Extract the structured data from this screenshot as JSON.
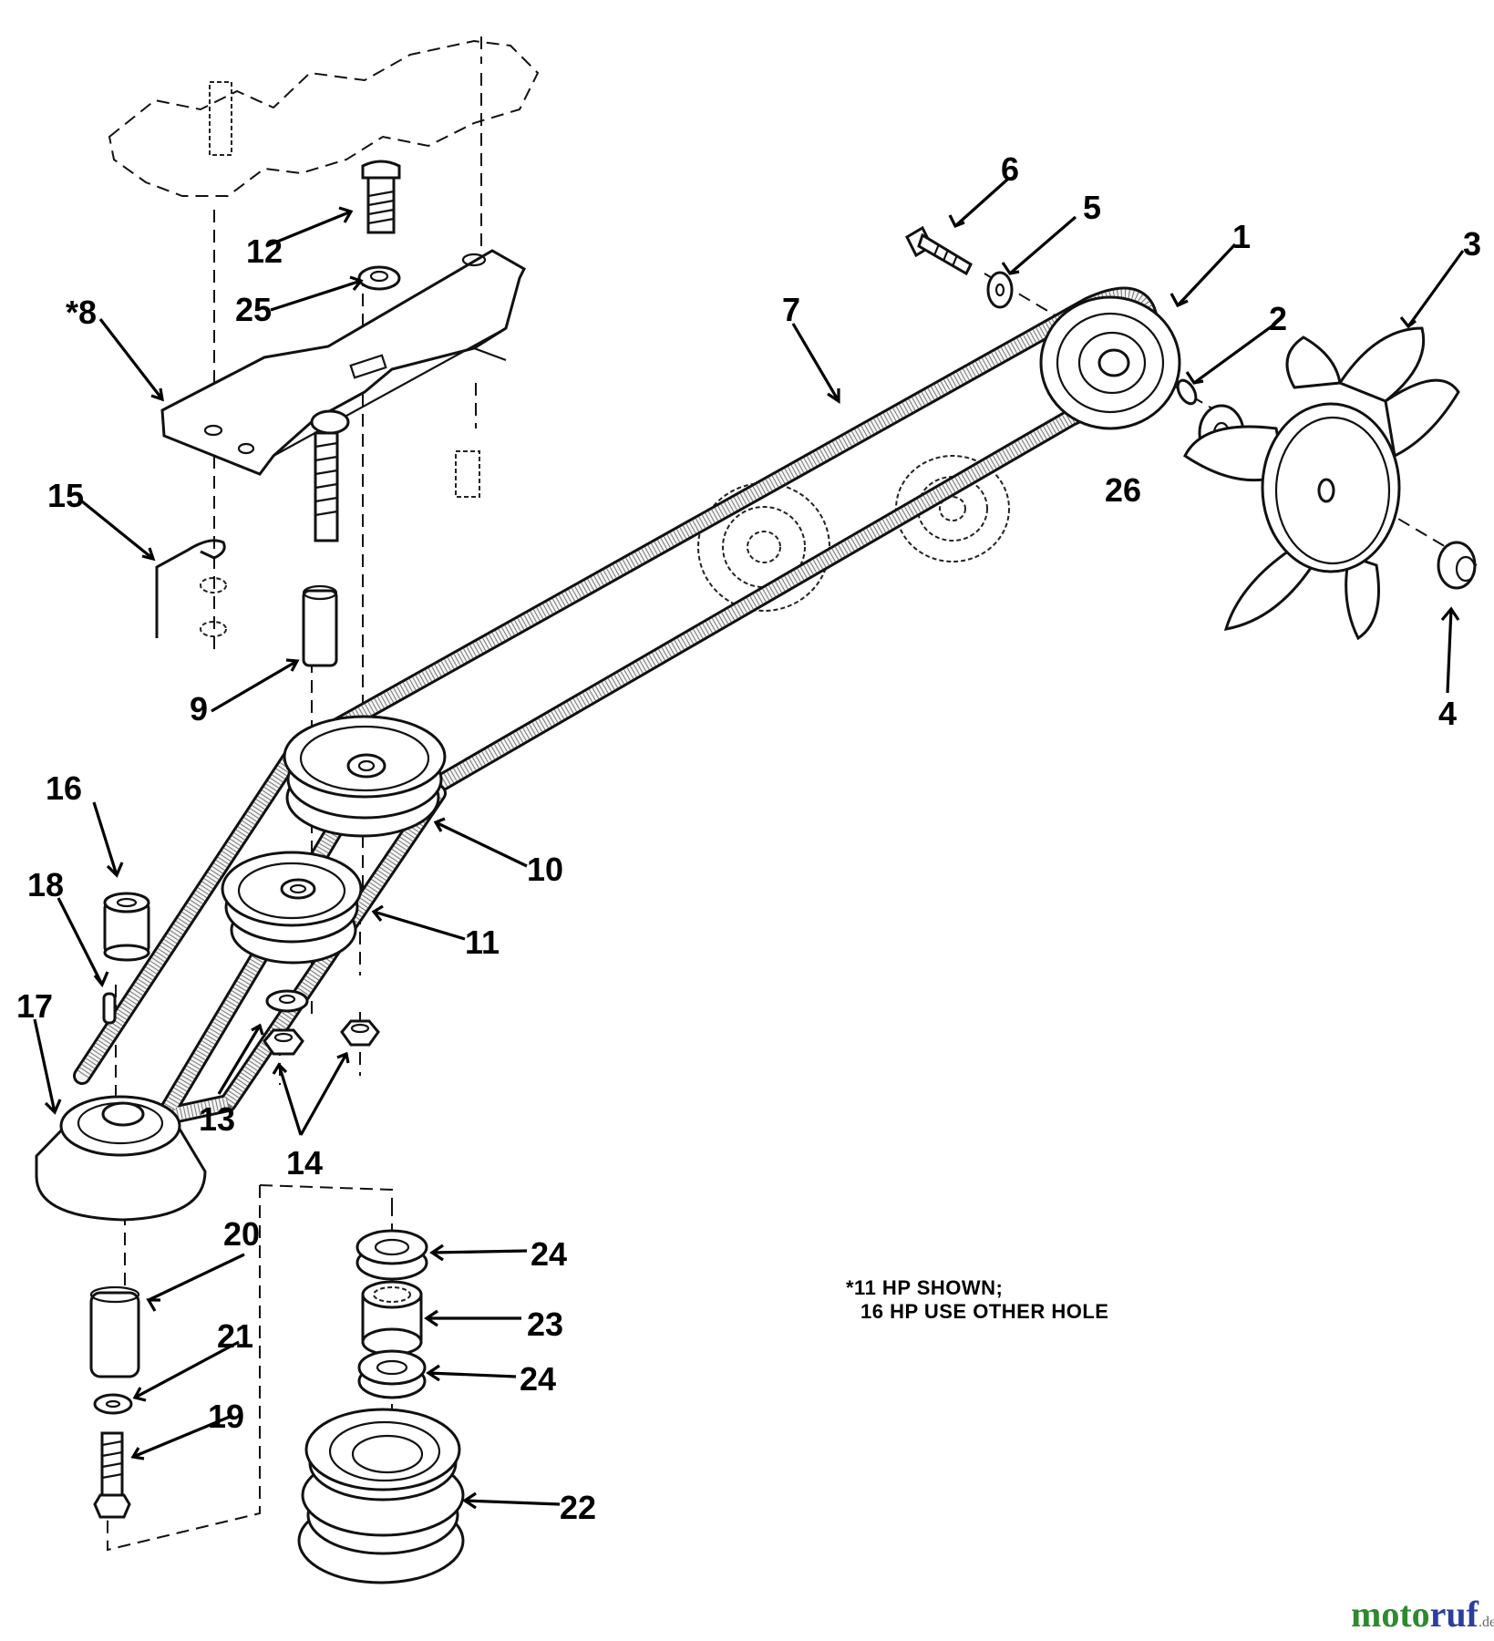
{
  "diagram": {
    "callouts": [
      "1",
      "2",
      "3",
      "4",
      "5",
      "6",
      "7",
      "*8",
      "9",
      "10",
      "11",
      "12",
      "13",
      "14",
      "15",
      "16",
      "17",
      "18",
      "19",
      "20",
      "21",
      "22",
      "23",
      "24",
      "24",
      "25",
      "26"
    ],
    "note_line1": "*11 HP SHOWN;",
    "note_line2": "16 HP USE OTHER HOLE"
  },
  "watermark": {
    "part1": "moto",
    "part2": "ruf",
    "suffix": ".de"
  },
  "colors": {
    "watermark_green": "#2f8a2f",
    "watermark_blue": "#2c3f9e",
    "ink": "#111111"
  }
}
